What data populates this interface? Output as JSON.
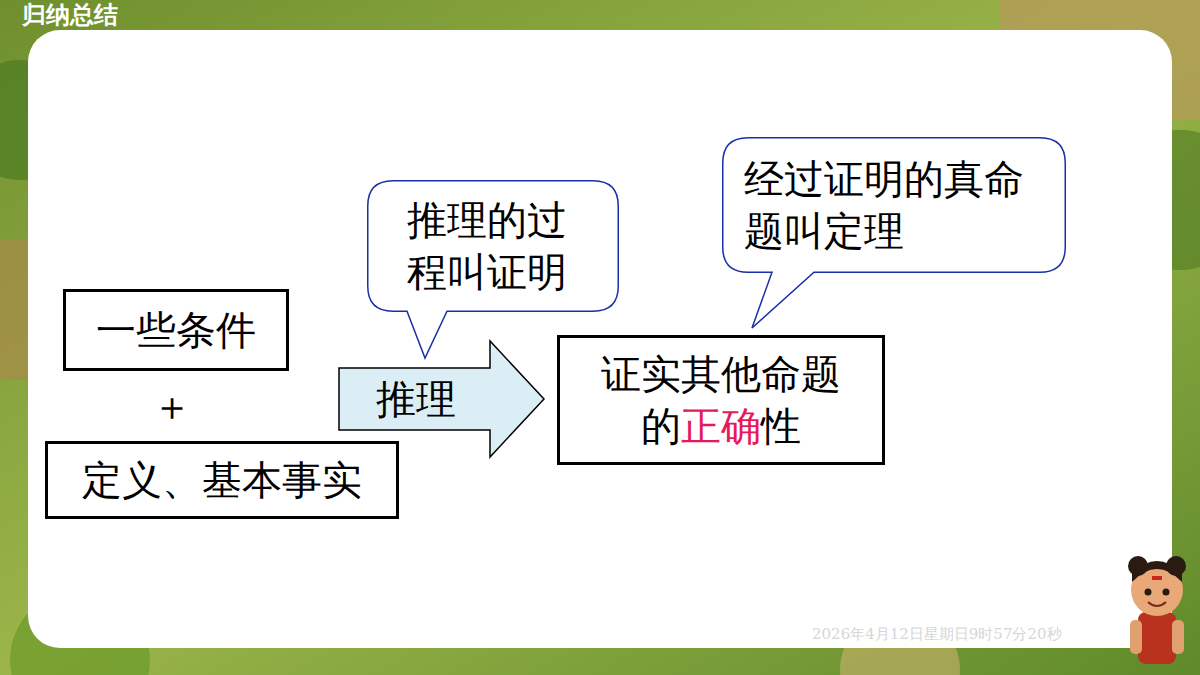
{
  "diagram": {
    "title": "归纳总结",
    "nodes": [
      {
        "text": [
          "一些条件"
        ]
      },
      {
        "text": [
          "定义、基本事实"
        ]
      },
      {
        "text": [
          "推理"
        ]
      },
      {
        "text": [
          "证实其他命题的",
          "正确",
          "性"
        ]
      },
      {
        "text": [
          "推理的过程叫证明"
        ]
      },
      {
        "text": [
          "经过证明的真命题叫定理"
        ]
      }
    ],
    "labels": [
      "＋",
      "2026年4月12日星期日9时57分20秒"
    ]
  }
}
